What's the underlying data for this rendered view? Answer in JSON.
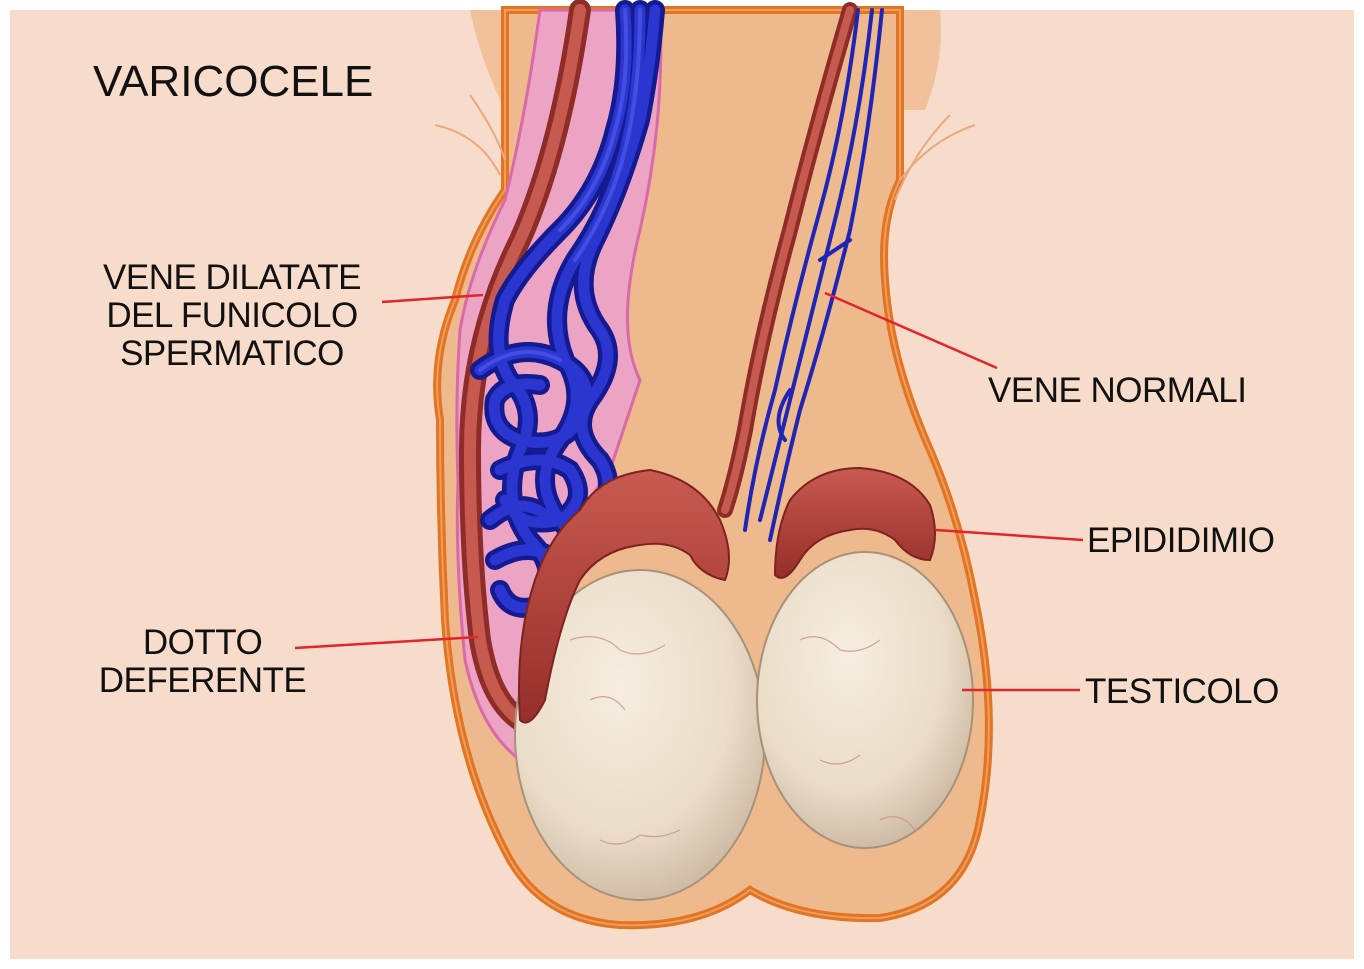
{
  "title": "VARICOCELE",
  "labels": {
    "dilated_veins": [
      "VENE DILATATE",
      "DEL FUNICOLO",
      "SPERMATICO"
    ],
    "vas_deferens": [
      "DOTTO",
      "DEFERENTE"
    ],
    "normal_veins": "VENE NORMALI",
    "epididymis": "EPIDIDIMIO",
    "testis": "TESTICOLO"
  },
  "colors": {
    "background": "#f8dccb",
    "skin_inner": "#efb98e",
    "scrotum_outline": "#e37420",
    "sheath_pink": "#ee9fc8",
    "vein_blue": "#1f25b5",
    "vas_red": "#b9443c",
    "epididymis_red": "#b8473f",
    "testis_cream": "#efe3d2",
    "leader_line": "#e0252b"
  }
}
